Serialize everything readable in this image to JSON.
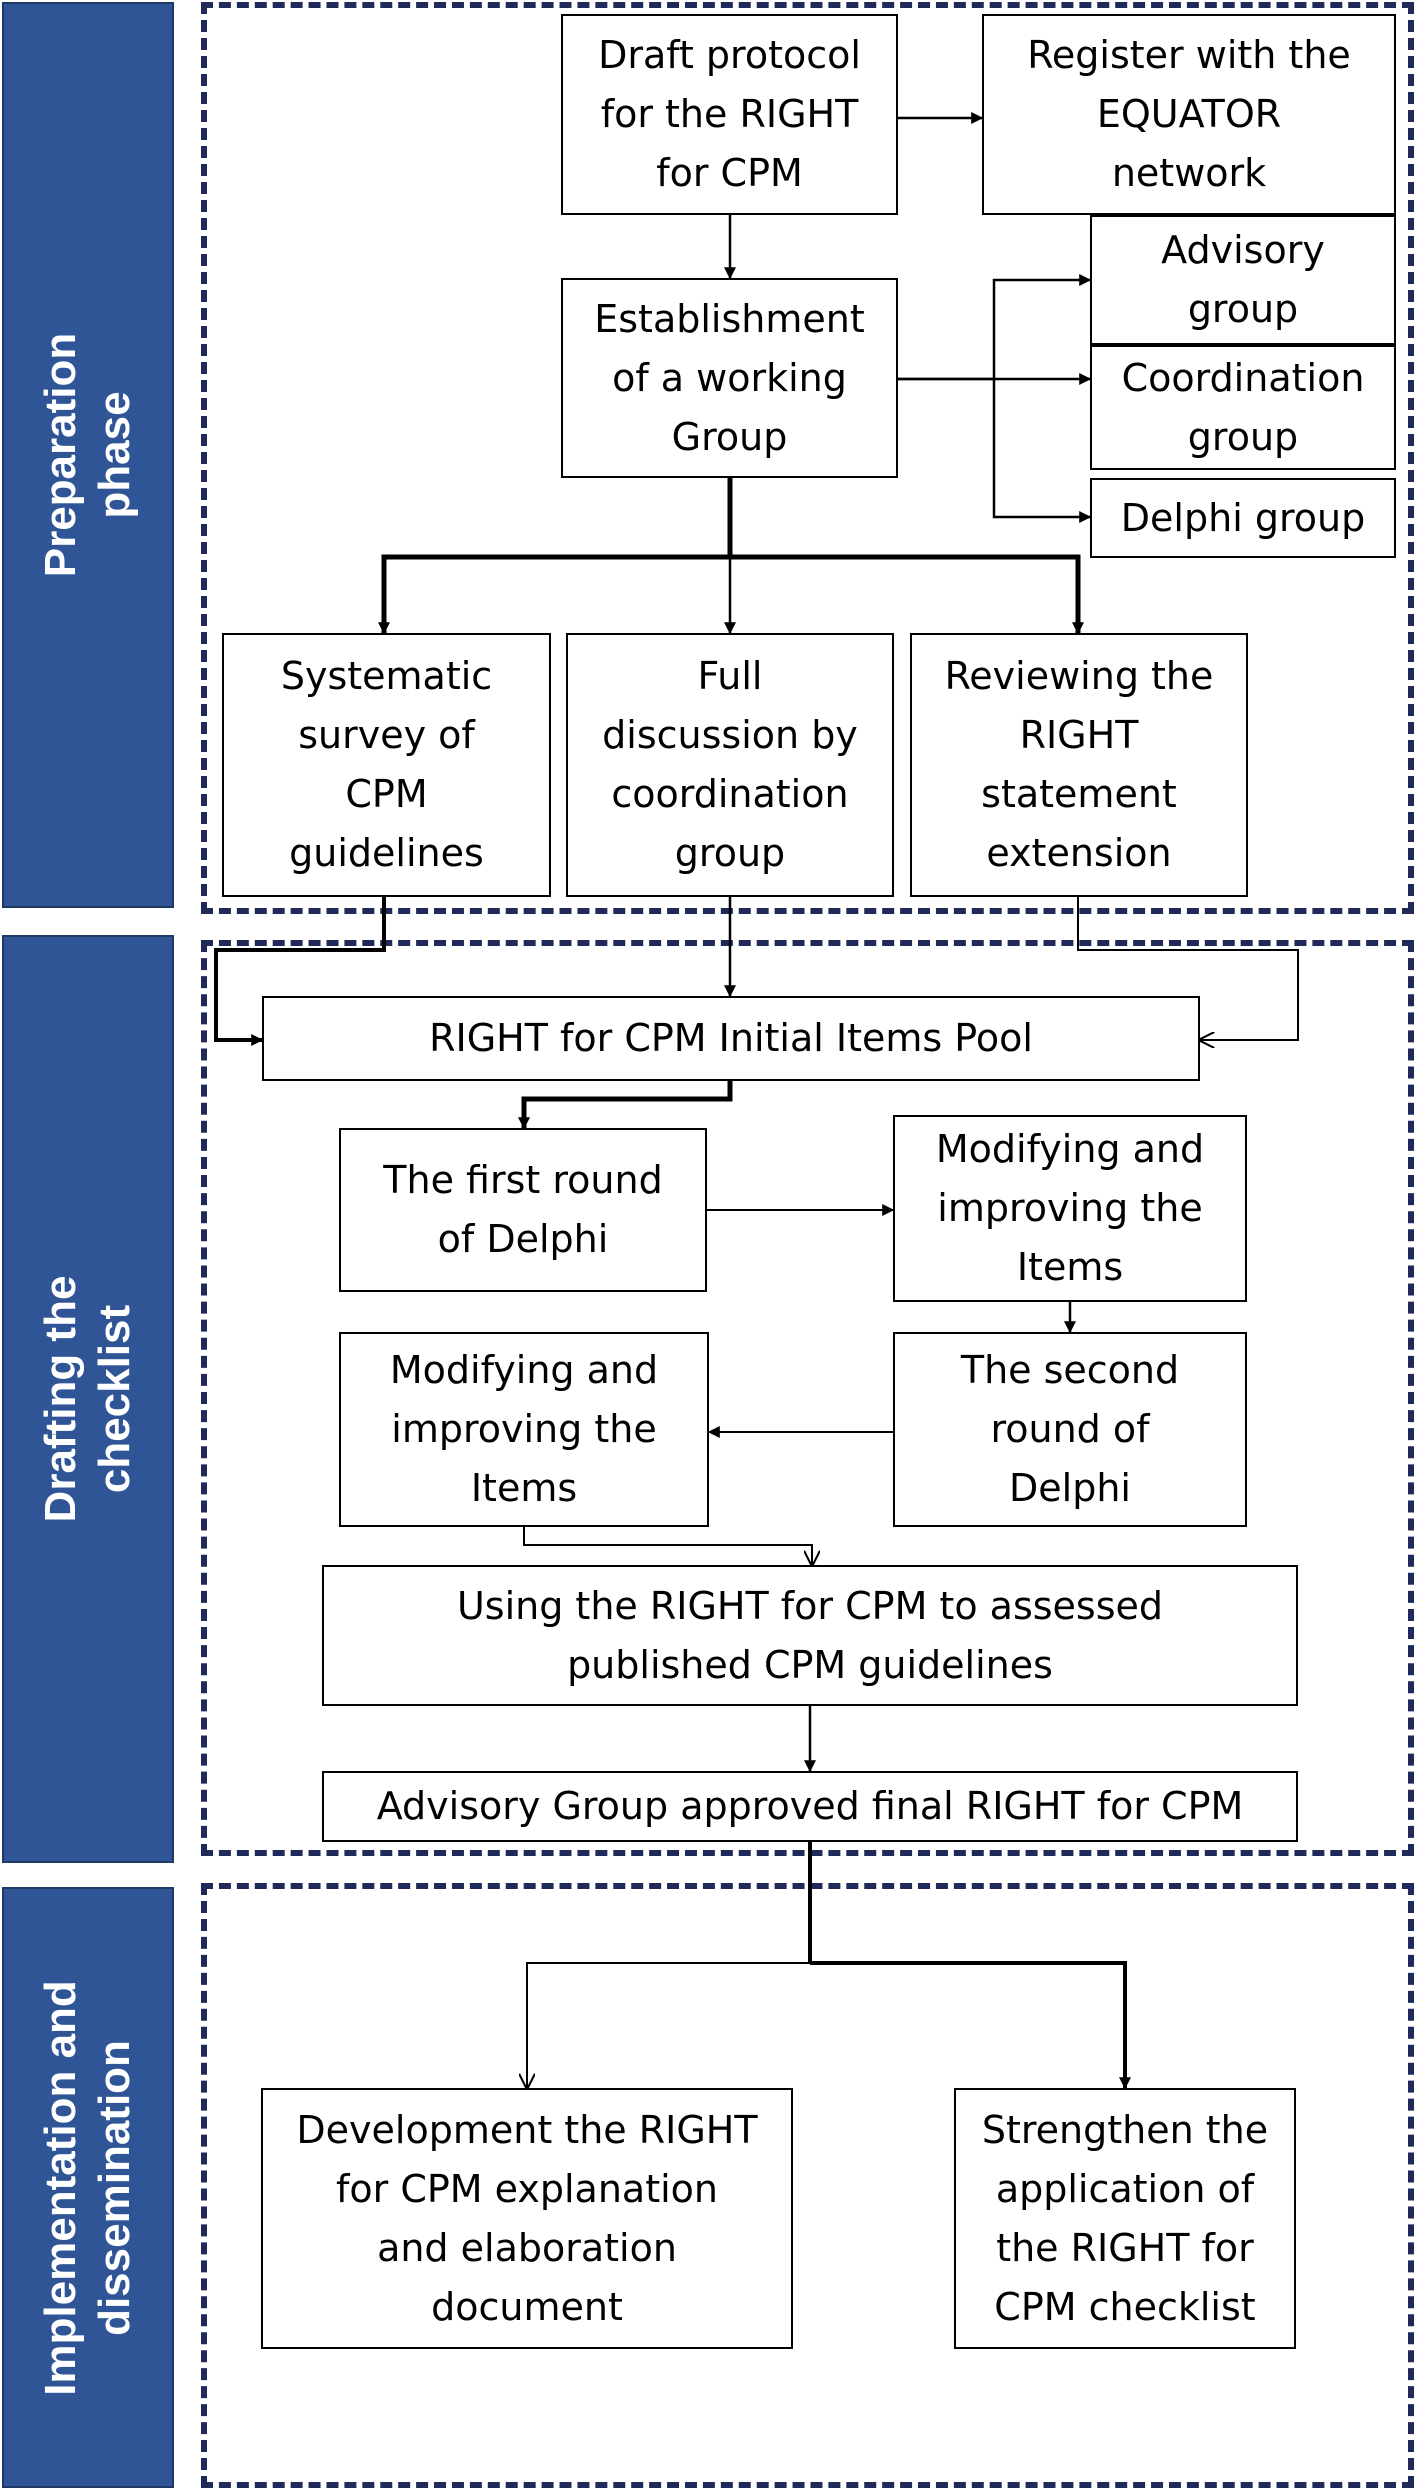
{
  "colors": {
    "phase_fill": "#2f5597",
    "frame": "#1f2a5a",
    "box_border": "#000000",
    "line": "#000000"
  },
  "phases": {
    "preparation": "Preparation\nphase",
    "drafting": "Drafting the\nchecklist",
    "implementation": "Implementation and\ndissemination"
  },
  "boxes": {
    "draft_protocol": "Draft protocol\nfor the RIGHT\nfor CPM",
    "register_equator": "Register with the\nEQUATOR\nnetwork",
    "advisory_group": "Advisory\ngroup",
    "establishment": "Establishment\nof a working\nGroup",
    "coordination_group": "Coordination\ngroup",
    "delphi_group": "Delphi group",
    "systematic_survey": "Systematic\nsurvey of\nCPM\nguidelines",
    "full_discussion": "Full\ndiscussion by\ncoordination\ngroup",
    "reviewing_right": "Reviewing the\nRIGHT\nstatement\nextension",
    "initial_items_pool": "RIGHT for CPM Initial Items Pool",
    "first_round_delphi": "The first round\nof Delphi",
    "modifying_1": "Modifying and\nimproving the\nItems",
    "second_round_delphi": "The second\nround of\nDelphi",
    "modifying_2": "Modifying and\nimproving the\nItems",
    "using_right": "Using the RIGHT for CPM  to assessed\npublished CPM guidelines",
    "advisory_approved": "Advisory Group approved final RIGHT for CPM",
    "development_doc": "Development the RIGHT\nfor CPM explanation\nand elaboration\ndocument",
    "strengthen": "Strengthen the\napplication of\nthe RIGHT for\nCPM checklist"
  }
}
